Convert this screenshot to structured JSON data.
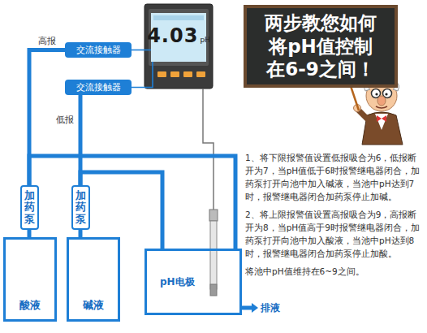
{
  "diagram": {
    "nodes": [
      {
        "text": [
          "4.03",
          "pH"
        ]
      },
      {
        "text": [
          "交流接触器"
        ]
      },
      {
        "text": [
          "交流接触器"
        ]
      },
      {
        "text": [
          "加药泵"
        ]
      },
      {
        "text": [
          "加药泵"
        ]
      },
      {
        "text": [
          "酸液"
        ]
      },
      {
        "text": [
          "碱液"
        ]
      },
      {
        "text": [
          "pH电极"
        ]
      },
      {
        "text": [
          "两步教您如何将pH值控制在6-9之间！"
        ]
      }
    ],
    "edges": [
      {
        "from": 0,
        "to": 1,
        "arrow": "none"
      },
      {
        "from": 0,
        "to": 2,
        "arrow": "none"
      },
      {
        "from": 1,
        "to": 3,
        "label": "高报",
        "arrow": "none"
      },
      {
        "from": 2,
        "to": 4,
        "label": "低报",
        "arrow": "none"
      },
      {
        "from": 3,
        "to": 7,
        "arrow": "none"
      },
      {
        "from": 4,
        "to": 7,
        "arrow": "none"
      },
      {
        "from": 5,
        "to": 3,
        "arrow": "none"
      },
      {
        "from": 6,
        "to": 4,
        "arrow": "none"
      }
    ],
    "labels": [
      "排液",
      "1、将下限报警值设置低报吸合为6，低报断开为7，当pH值低于6时报警继电器闭合，加药泵打开向池中加入碱液，当池中pH达到7时，报警继电器闭合加药泵停止加碱。",
      "2、将上限报警值设置高报吸合为9，高报断开为8，当pH值高于9时报警继电器闭合，加药泵打开向池中加入酸液，当池中pH达到8时，报警继电器闭合加药泵停止加酸。",
      "将池中pH值维持在6~9之间。"
    ]
  }
}
